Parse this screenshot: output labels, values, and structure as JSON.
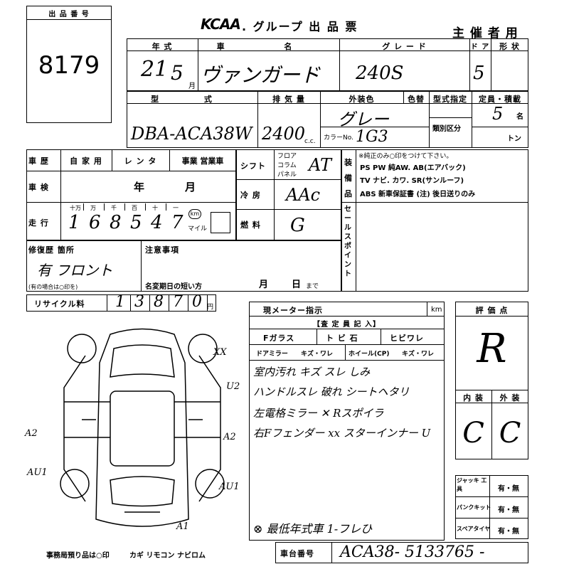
{
  "lot_box": {
    "label": "出 品 番 号",
    "number": "8179"
  },
  "header": {
    "brand": "KCAA",
    "title": ". グループ 出 品 票",
    "organizer": "主 催 者 用"
  },
  "row1": {
    "labels": {
      "year": "年 式",
      "model": "車 名",
      "grade": "グ レ ー ド",
      "doors": "ド ア",
      "shape": "形 状",
      "month_unit": "月"
    },
    "values": {
      "year": "21",
      "month": "5",
      "model": "ヴァンガード",
      "grade": "240S",
      "doors": "5"
    }
  },
  "row2": {
    "labels": {
      "type": "型 式",
      "displacement": "排 気 量",
      "exterior": "外装色",
      "color_change": "色替",
      "type_designation": "型式指定",
      "capacity": "定員・積載",
      "category": "類別区分",
      "cc": "c.c.",
      "color_code": "カラーNo.",
      "persons": "名",
      "tons": "トン"
    },
    "values": {
      "type": "DBA-ACA38W",
      "displacement": "2400",
      "exterior": "グレー",
      "color_code": "1G3",
      "capacity": "5"
    }
  },
  "history": {
    "label": "車 歴",
    "options": [
      "自 家 用",
      "レ ン タ",
      "事業 営業車"
    ],
    "inspection_label": "車 検",
    "year_unit": "年",
    "month_unit": "月",
    "mileage_label": "走 行",
    "digit_units": [
      "十万",
      "万",
      "千",
      "百",
      "十",
      "一"
    ],
    "mileage_digits": [
      "1",
      "6",
      "8",
      "5",
      "4",
      "7"
    ],
    "unit_km": "km",
    "unit_mile": "マイル"
  },
  "shift": {
    "label": "シフト",
    "options": [
      "フロア",
      "コラム",
      "パネル"
    ],
    "value": "AT"
  },
  "ac": {
    "label": "冷 房",
    "value": "AAc"
  },
  "fuel": {
    "label": "燃 料",
    "value": "G"
  },
  "equip": {
    "label": "装備品",
    "note": "※純正のみ○印をつけて下さい。",
    "line1": "PS  PW 純AW. AB(エアバック)",
    "line2": "TV ナビ. カワ. SR(サンルーフ)",
    "line3": "ABS  新車保証書 (注) 後日送りのみ"
  },
  "sales_point": {
    "label": "セールスポイント"
  },
  "repair": {
    "label": "修復歴 箇所",
    "value": "有 フロント",
    "note": "(有の場合は○印を)"
  },
  "notice": {
    "label": "注意事項",
    "date_label": "名変期日の短い方",
    "month": "月",
    "day": "日",
    "until": "まで"
  },
  "recycle": {
    "label": "リサイクル料",
    "value": "13870",
    "unit": "円"
  },
  "inspector": {
    "meter_label": "現メーター指示",
    "meter_unit": "km",
    "header": "【査 定 員 記 入】",
    "cells": [
      "Fガラス",
      "ト ビ 石",
      "ヒビワレ",
      "ドアミラー",
      "キズ・ワレ",
      "ホイール(CP)",
      "キズ・ワレ"
    ],
    "notes": [
      "室内汚れ キズ スレ しみ",
      "ハンドルスレ 破れ シートヘタリ",
      "左電格ミラー ✕  Rスポイラ",
      "右Fフェンダー xx スターインナー U"
    ],
    "bottom_note": "⊗ 最低年式車 1-フレひ"
  },
  "diagram_marks": [
    "XX",
    "U2",
    "A2",
    "A2",
    "AU1",
    "AU1",
    "A1"
  ],
  "score": {
    "label": "評 価 点",
    "value": "R",
    "interior_label": "内 装",
    "exterior_label": "外 装",
    "interior": "C",
    "exterior": "C"
  },
  "tools": {
    "rows": [
      [
        "ジャッキ 工 具",
        "有・無"
      ],
      [
        "パンクキット",
        "有・無"
      ],
      [
        "スペアタイヤ",
        "有・無"
      ]
    ]
  },
  "office": {
    "label": "事務局預り品は○印",
    "items": "カギ  リモコン  ナビロム"
  },
  "chassis": {
    "label": "車台番号",
    "value": "ACA38- 5133765 -"
  }
}
